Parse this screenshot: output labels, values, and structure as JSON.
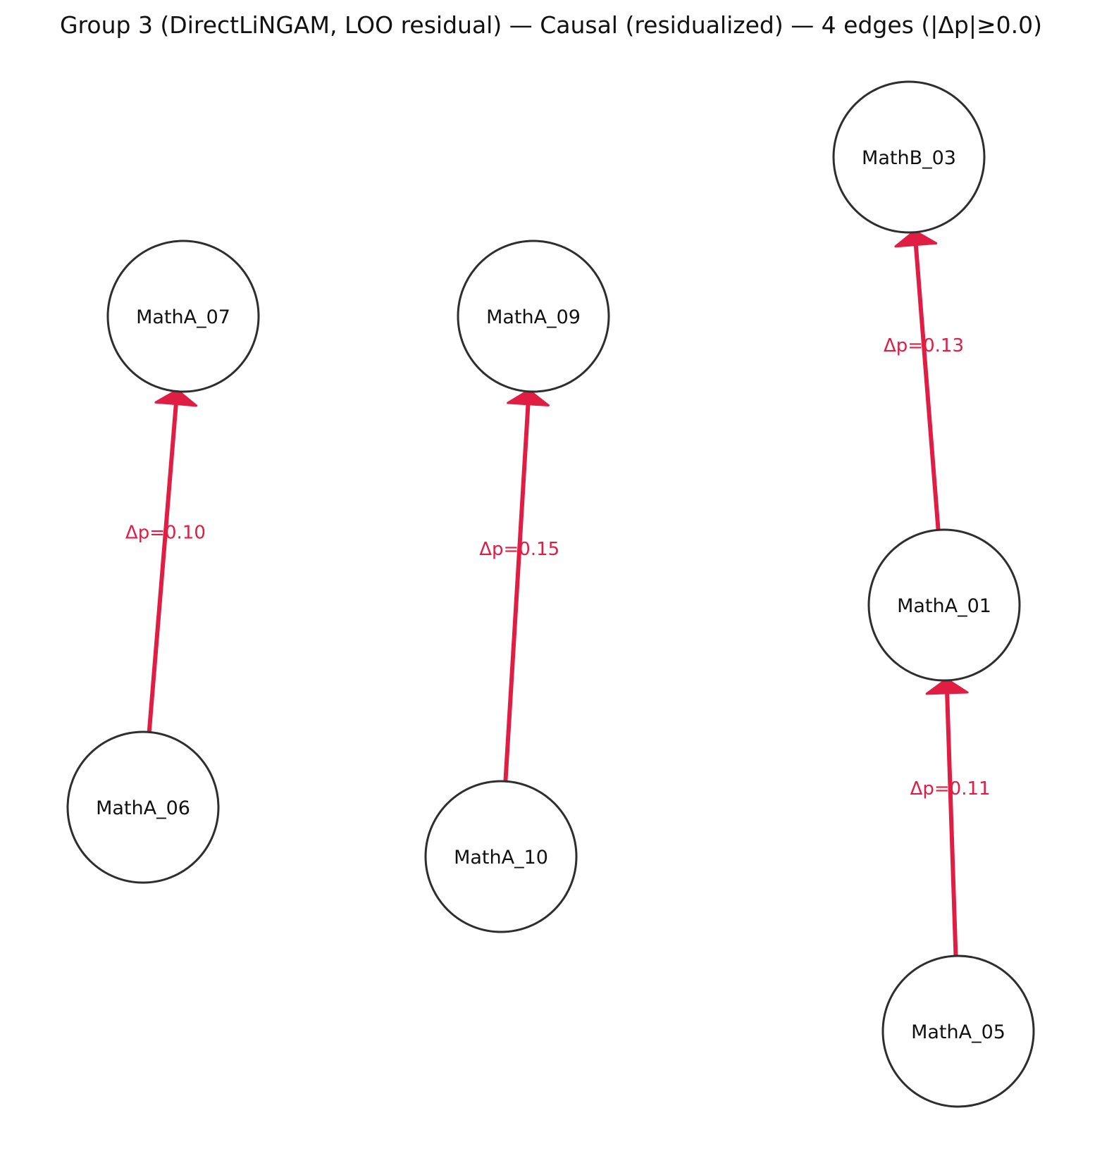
{
  "title": "Group 3 (DirectLiNGAM, LOO residual) — Causal (residualized) — 4 edges (|Δp|≥0.0)",
  "colors": {
    "edge": "#e01e44",
    "node_stroke": "#2e2e2e",
    "node_fill": "#ffffff",
    "text": "#111111"
  },
  "nodes": [
    {
      "id": "MathB_03",
      "label": "MathB_03"
    },
    {
      "id": "MathA_07",
      "label": "MathA_07"
    },
    {
      "id": "MathA_09",
      "label": "MathA_09"
    },
    {
      "id": "MathA_01",
      "label": "MathA_01"
    },
    {
      "id": "MathA_06",
      "label": "MathA_06"
    },
    {
      "id": "MathA_10",
      "label": "MathA_10"
    },
    {
      "id": "MathA_05",
      "label": "MathA_05"
    }
  ],
  "edges": [
    {
      "source": "MathA_06",
      "target": "MathA_07",
      "label": "Δp=0.10",
      "delta_p": 0.1
    },
    {
      "source": "MathA_10",
      "target": "MathA_09",
      "label": "Δp=0.15",
      "delta_p": 0.15
    },
    {
      "source": "MathA_01",
      "target": "MathB_03",
      "label": "Δp=0.13",
      "delta_p": 0.13
    },
    {
      "source": "MathA_05",
      "target": "MathA_01",
      "label": "Δp=0.11",
      "delta_p": 0.11
    }
  ]
}
